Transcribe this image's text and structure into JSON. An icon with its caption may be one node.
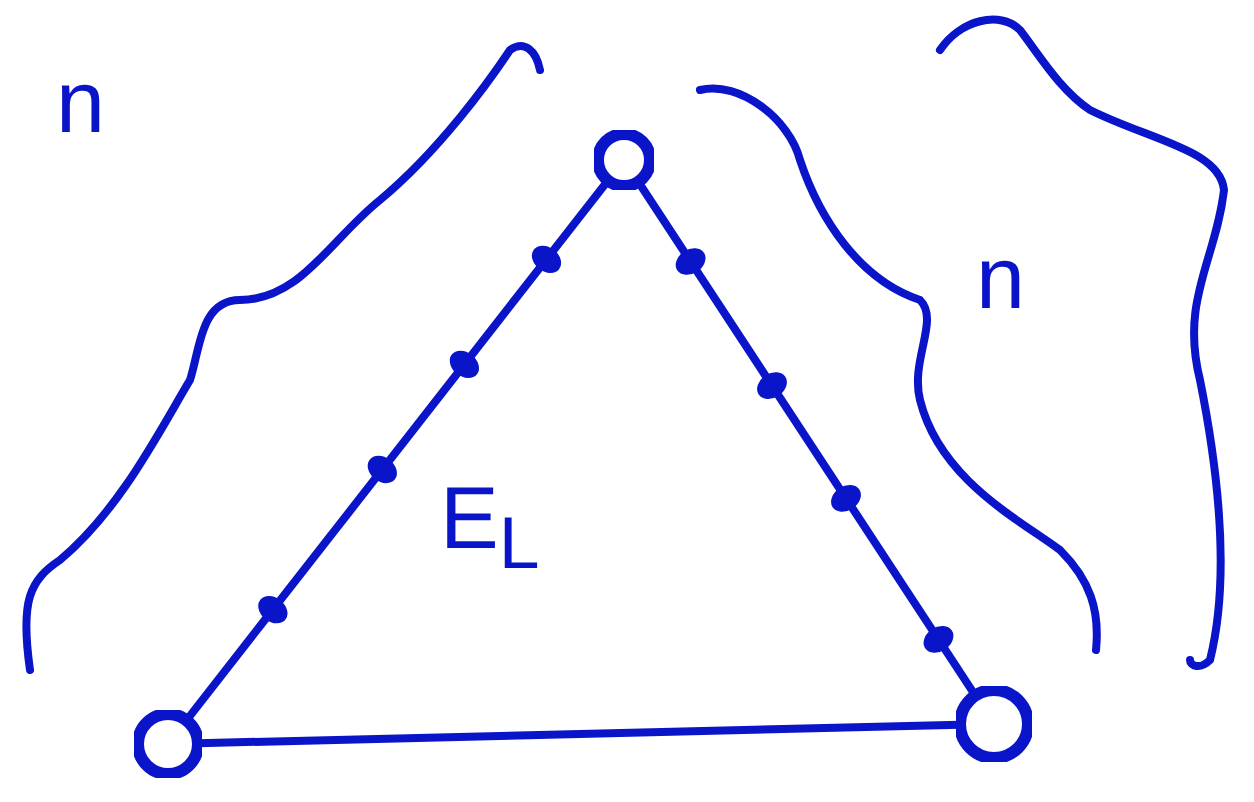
{
  "diagram": {
    "nodes": [
      {
        "text": [],
        "shape": "circle"
      },
      {
        "text": [],
        "shape": "circle"
      },
      {
        "text": [],
        "shape": "circle"
      }
    ],
    "edges": [
      {
        "from": 0,
        "to": 1,
        "arrow": "none"
      },
      {
        "from": 0,
        "to": 2,
        "arrow": "none"
      },
      {
        "from": 1,
        "to": 2,
        "arrow": "none"
      }
    ],
    "labels": [
      "n",
      "n",
      "E$_{L}$"
    ]
  }
}
